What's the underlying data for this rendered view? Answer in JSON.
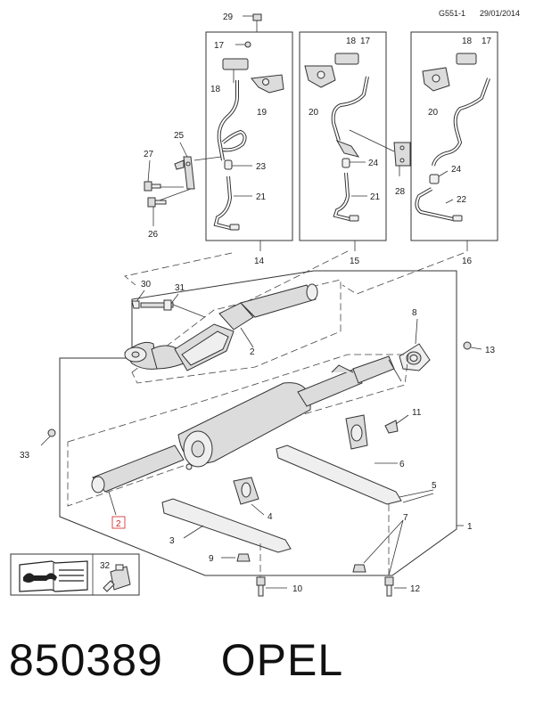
{
  "header": {
    "code": "G551-1",
    "date": "29/01/2014"
  },
  "caption": {
    "part_number": "850389",
    "brand": "OPEL"
  },
  "callouts": {
    "c29": "29",
    "c17a": "17",
    "c18a": "18",
    "c19": "19",
    "c18b": "18",
    "c17b": "17",
    "c20a": "20",
    "c24a": "24",
    "c21b": "21",
    "c28": "28",
    "c18c": "18",
    "c17c": "17",
    "c20b": "20",
    "c24b": "24",
    "c22": "22",
    "c25": "25",
    "c27": "27",
    "c23": "23",
    "c21a": "21",
    "c26": "26",
    "c14": "14",
    "c15": "15",
    "c16": "16",
    "c30": "30",
    "c31": "31",
    "c2a": "2",
    "c8": "8",
    "c13": "13",
    "c33": "33",
    "c11": "11",
    "c6": "6",
    "c5": "5",
    "c7": "7",
    "c1": "1",
    "c4": "4",
    "c3": "3",
    "c9": "9",
    "c2b": "2",
    "c10": "10",
    "c12": "12",
    "c32": "32"
  }
}
